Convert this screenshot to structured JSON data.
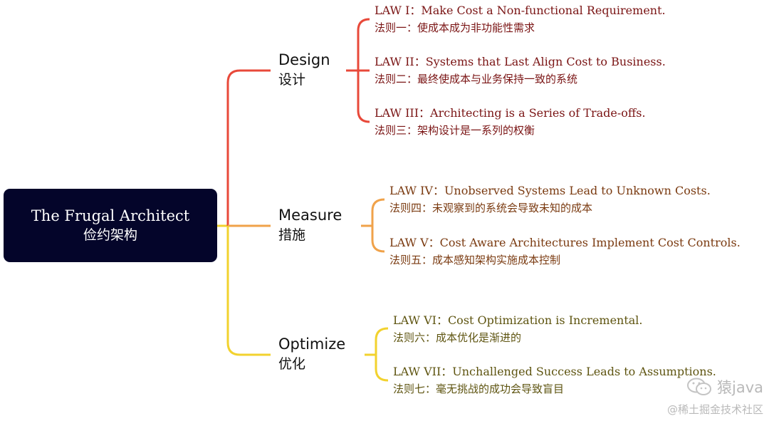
{
  "root": {
    "title_en": "The Frugal Architect",
    "title_zh": "俭约架构"
  },
  "colors": {
    "root_bg": "#04052a",
    "design": "#e8493a",
    "measure": "#f0a24a",
    "optimize": "#f2d22e"
  },
  "branches": [
    {
      "name_en": "Design",
      "name_zh": "设计",
      "laws": [
        {
          "en": "LAW I：Make Cost a Non-functional Requirement.",
          "zh": "法则一：使成本成为非功能性需求"
        },
        {
          "en": "LAW II：Systems that Last Align Cost to Business.",
          "zh": "法则二：最终使成本与业务保持一致的系统"
        },
        {
          "en": "LAW III：Architecting is a Series of Trade-offs.",
          "zh": "法则三：架构设计是一系列的权衡"
        }
      ]
    },
    {
      "name_en": "Measure",
      "name_zh": "措施",
      "laws": [
        {
          "en": "LAW IV：Unobserved Systems Lead to Unknown Costs.",
          "zh": "法则四：未观察到的系统会导致未知的成本"
        },
        {
          "en": "LAW V：Cost Aware Architectures Implement Cost Controls.",
          "zh": "法则五：成本感知架构实施成本控制"
        }
      ]
    },
    {
      "name_en": "Optimize",
      "name_zh": "优化",
      "laws": [
        {
          "en": "LAW VI：Cost Optimization is Incremental.",
          "zh": "法则六：成本优化是渐进的"
        },
        {
          "en": "LAW VII：Unchallenged Success Leads to Assumptions.",
          "zh": "法则七：毫无挑战的成功会导致盲目"
        }
      ]
    }
  ],
  "watermark": {
    "name": "猿java",
    "site": "@稀土掘金技术社区",
    "icon": "wechat-icon"
  }
}
